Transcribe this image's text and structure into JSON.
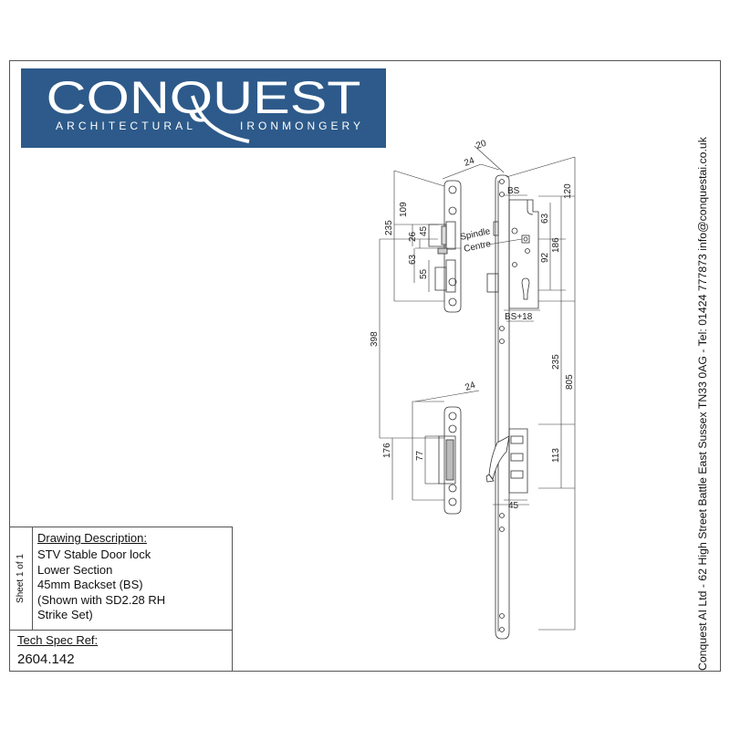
{
  "logo": {
    "brand": "CONQUEST",
    "tagline_left": "ARCHITECTURAL",
    "tagline_right": "IRONMONGERY",
    "background_color": "#2d5a8a",
    "text_color": "#ffffff"
  },
  "contact_line": "Conquest AI Ltd - 62 High Street  Battle  East Sussex  TN33 0AG - Tel: 01424 777873  info@conquestai.co.uk",
  "description_box": {
    "sheet": "Sheet 1 of 1",
    "title": "Drawing Description:",
    "lines": [
      "STV Stable Door lock",
      "Lower Section",
      "45mm Backset (BS)",
      "(Shown with SD2.28 RH",
      "Strike Set)"
    ],
    "tech_spec_label": "Tech Spec Ref:",
    "tech_spec_value": "2604.142"
  },
  "drawing_labels": {
    "spindle_line1": "Spindle",
    "spindle_line2": "Centre",
    "bs": "BS",
    "bs18": "BS+18"
  },
  "dimensions": {
    "d20": "20",
    "d24_top": "24",
    "d109": "109",
    "d235_left": "235",
    "d45_left": "45",
    "d26": "26",
    "d63_left": "63",
    "d55": "55",
    "d120": "120",
    "d63_right": "63",
    "d186": "186",
    "d92": "92",
    "d398": "398",
    "d24_mid": "24",
    "d235_right": "235",
    "d805": "805",
    "d176": "176",
    "d77": "77",
    "d113": "113",
    "d45_bottom": "45"
  },
  "colors": {
    "line": "#333333",
    "border": "#555555"
  }
}
